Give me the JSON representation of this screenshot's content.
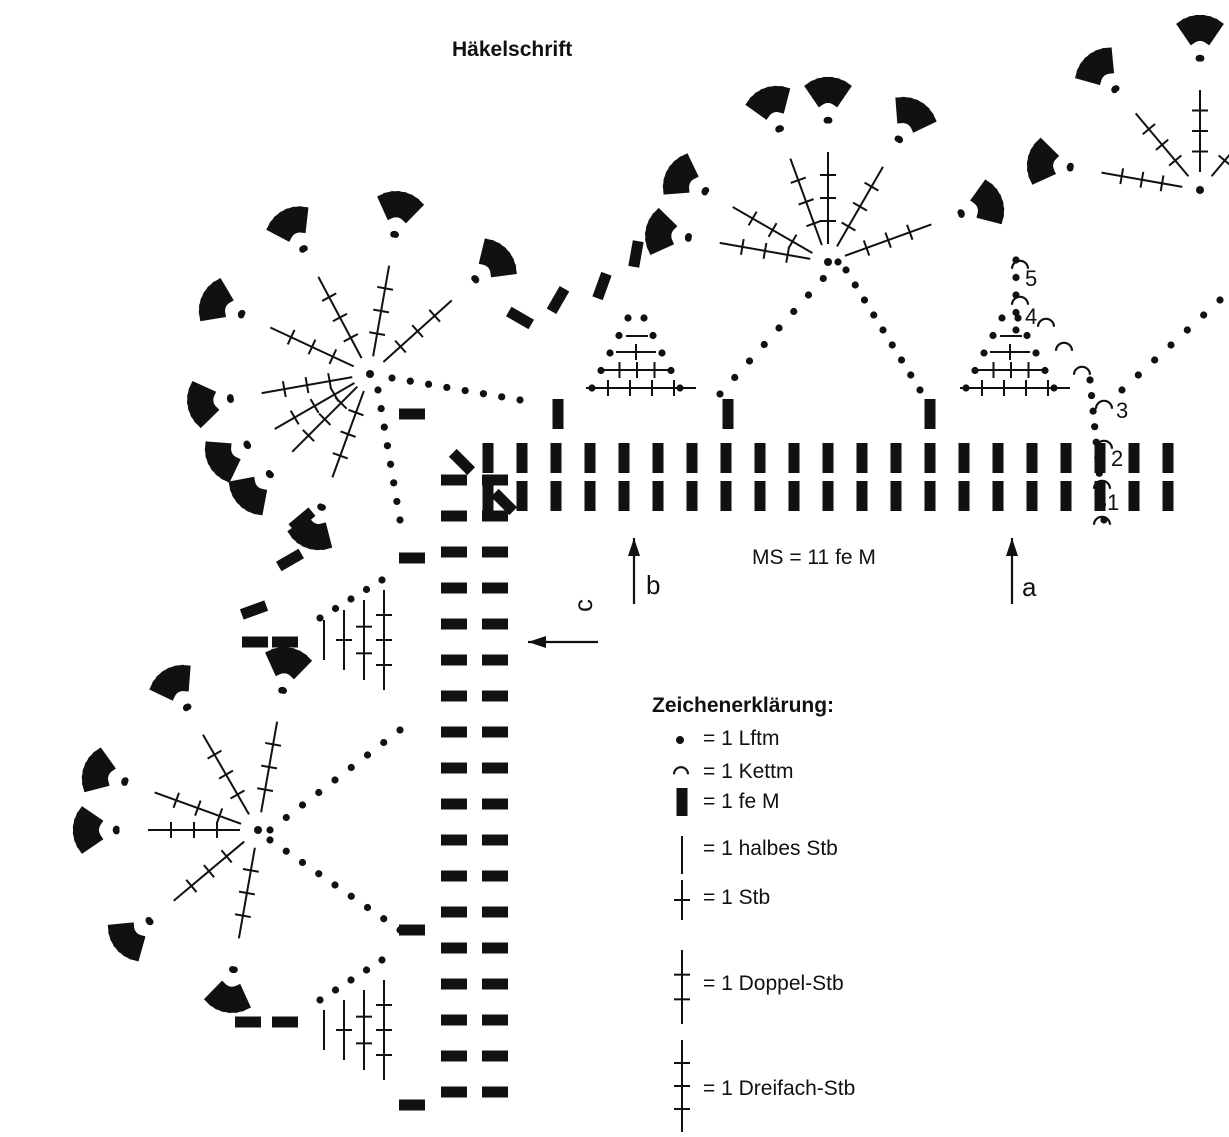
{
  "title": "Häkelschrift",
  "pattern_repeat": "MS = 11 fe M",
  "direction_labels": {
    "a": "a",
    "b": "b",
    "c": "c"
  },
  "row_numbers": [
    "1",
    "2",
    "3",
    "4",
    "5"
  ],
  "legend": {
    "heading": "Zeichenerklärung:",
    "items": [
      {
        "symbol": "chain-dot",
        "text": "= 1 Lftm"
      },
      {
        "symbol": "slip-stitch-arc",
        "text": "= 1 Kettm"
      },
      {
        "symbol": "single-crochet-bar",
        "text": "= 1 fe M"
      },
      {
        "symbol": "half-double-crochet",
        "text": "= 1 halbes Stb"
      },
      {
        "symbol": "double-crochet",
        "text": "= 1 Stb"
      },
      {
        "symbol": "treble-crochet",
        "text": "= 1 Doppel-Stb"
      },
      {
        "symbol": "triple-treble-crochet",
        "text": "= 1 Dreifach-Stb"
      }
    ]
  },
  "colors": {
    "ink": "#111111",
    "background": "#ffffff"
  }
}
